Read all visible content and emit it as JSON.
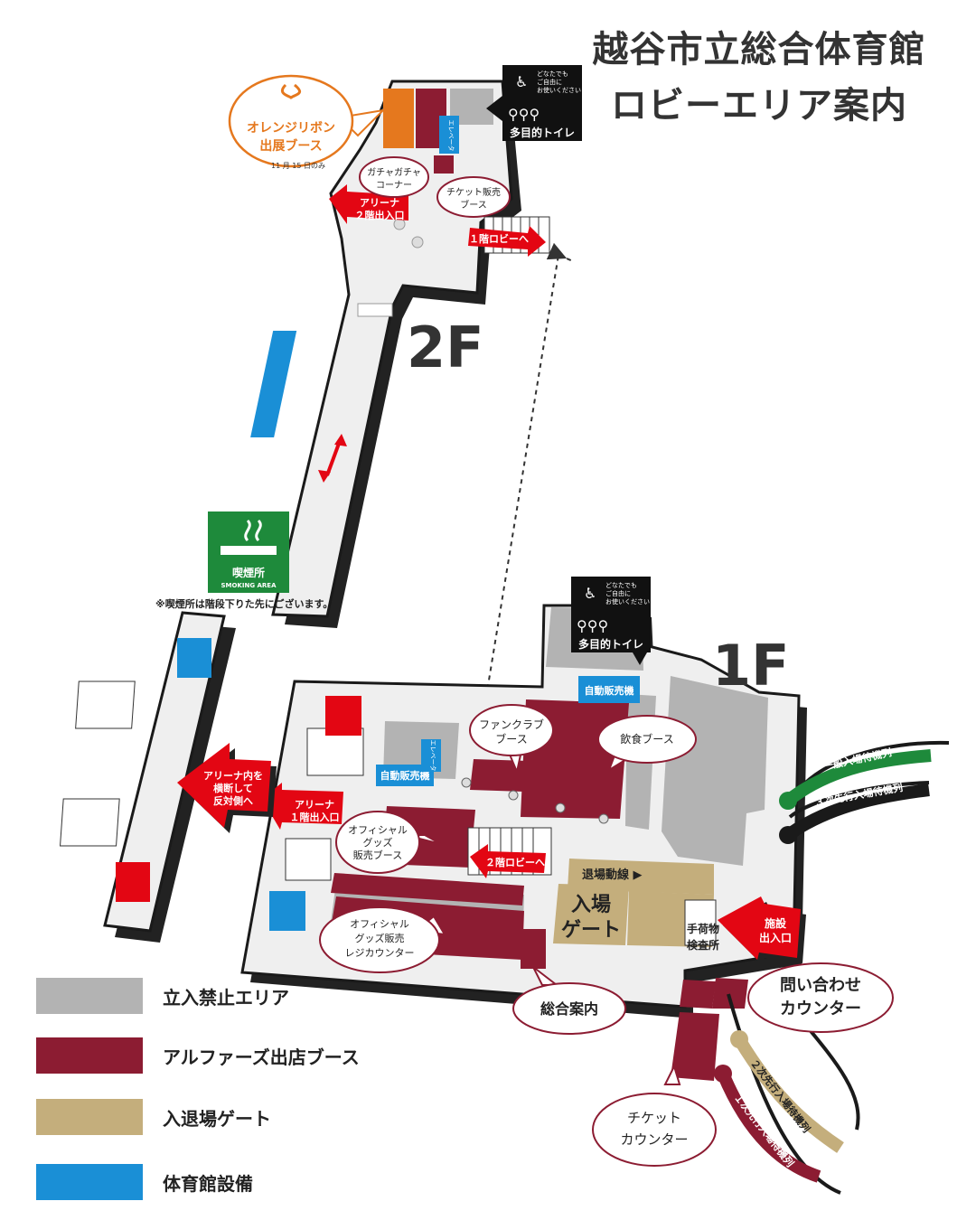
{
  "title": {
    "line1": "越谷市立総合体育館",
    "line2": "ロビーエリア案内"
  },
  "floors": {
    "f2": "2F",
    "f1": "1F"
  },
  "colors": {
    "restricted": "#b3b3b3",
    "booth": "#8c1c32",
    "gate": "#c4ae7c",
    "facility": "#1a8fd6",
    "floor": "#efefef",
    "wall": "#1a1a1a",
    "arrow": "#e30613",
    "orange": "#e5781e",
    "smoking": "#1e8a3b"
  },
  "callouts": {
    "orange_ribbon": {
      "line1": "オレンジリボン",
      "line2": "出展ブース",
      "note": "11 月 15 日のみ"
    },
    "gacha": {
      "line1": "ガチャガチャ",
      "line2": "コーナー"
    },
    "ticket_booth": {
      "line1": "チケット販売",
      "line2": "ブース"
    },
    "fanclub": {
      "line1": "ファンクラブ",
      "line2": "ブース"
    },
    "food": {
      "line1": "飲食ブース"
    },
    "official_goods": {
      "line1": "オフィシャル",
      "line2": "グッズ",
      "line3": "販売ブース"
    },
    "official_register": {
      "line1": "オフィシャル",
      "line2": "グッズ販売",
      "line3": "レジカウンター"
    },
    "info": {
      "line1": "総合案内"
    },
    "inquiry": {
      "line1": "問い合わせ",
      "line2": "カウンター"
    },
    "ticket_counter": {
      "line1": "チケット",
      "line2": "カウンター"
    }
  },
  "arrows": {
    "arena2f": {
      "line1": "アリーナ",
      "line2": "２階出入口"
    },
    "to1f": {
      "line1": "１階ロビーへ"
    },
    "arena1f": {
      "line1": "アリーナ",
      "line2": "１階出入口"
    },
    "cross_arena": {
      "line1": "アリーナ内を",
      "line2": "横断して",
      "line3": "反対側へ"
    },
    "to2f": {
      "line1": "２階ロビーへ"
    },
    "facility_entrance": {
      "line1": "施設",
      "line2": "出入口"
    }
  },
  "labels": {
    "vending_2f": "自動販売機",
    "vending_1f_a": "自動販売機",
    "vending_1f_b": "自動販売機",
    "elevator": "エレベータ",
    "exit_flow": "退場動線 ▶",
    "gate_line1": "入場",
    "gate_line2": "ゲート",
    "baggage_line1": "手荷物",
    "baggage_line2": "検査所"
  },
  "toilet_sign": {
    "line1": "どなたでも",
    "line2": "ご自由に",
    "line3": "お使いください",
    "label": "多目的トイレ"
  },
  "smoking": {
    "label": "喫煙所",
    "label_en": "SMOKING AREA",
    "note": "※喫煙所は階段下りた先にございます。"
  },
  "queues": {
    "general": "一般入場待機列",
    "third": "３次先行入場待機列",
    "second": "２次先行入場待機列",
    "first": "１次先行入場待機列"
  },
  "legend": [
    {
      "label": "立入禁止エリア",
      "color": "#b3b3b3"
    },
    {
      "label": "アルファーズ出店ブース",
      "color": "#8c1c32"
    },
    {
      "label": "入退場ゲート",
      "color": "#c4ae7c"
    },
    {
      "label": "体育館設備",
      "color": "#1a8fd6"
    }
  ]
}
